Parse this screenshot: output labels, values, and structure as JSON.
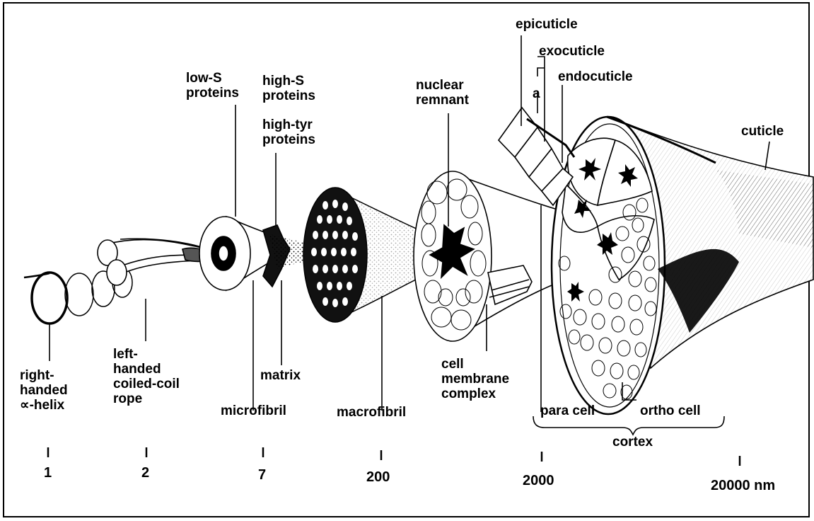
{
  "labels": {
    "alpha_helix": "right-\nhanded\n∝-helix",
    "coiled_coil": "left-\nhanded\ncoiled-coil\nrope",
    "low_s": "low-S\nproteins",
    "high_s": "high-S\nproteins",
    "high_tyr": "high-tyr\nproteins",
    "microfibril": "microfibril",
    "matrix": "matrix",
    "macrofibril": "macrofibril",
    "nuclear_remnant": "nuclear\nremnant",
    "cell_membrane_complex": "cell\nmembrane\ncomplex",
    "epicuticle": "epicuticle",
    "exocuticle": "exocuticle",
    "a": "a",
    "endocuticle": "endocuticle",
    "cuticle": "cuticle",
    "para_cell": "para cell",
    "ortho_cell": "ortho cell",
    "cortex": "cortex"
  },
  "scale": {
    "ticks": [
      "1",
      "2",
      "7",
      "200",
      "2000",
      "20000 nm"
    ]
  }
}
